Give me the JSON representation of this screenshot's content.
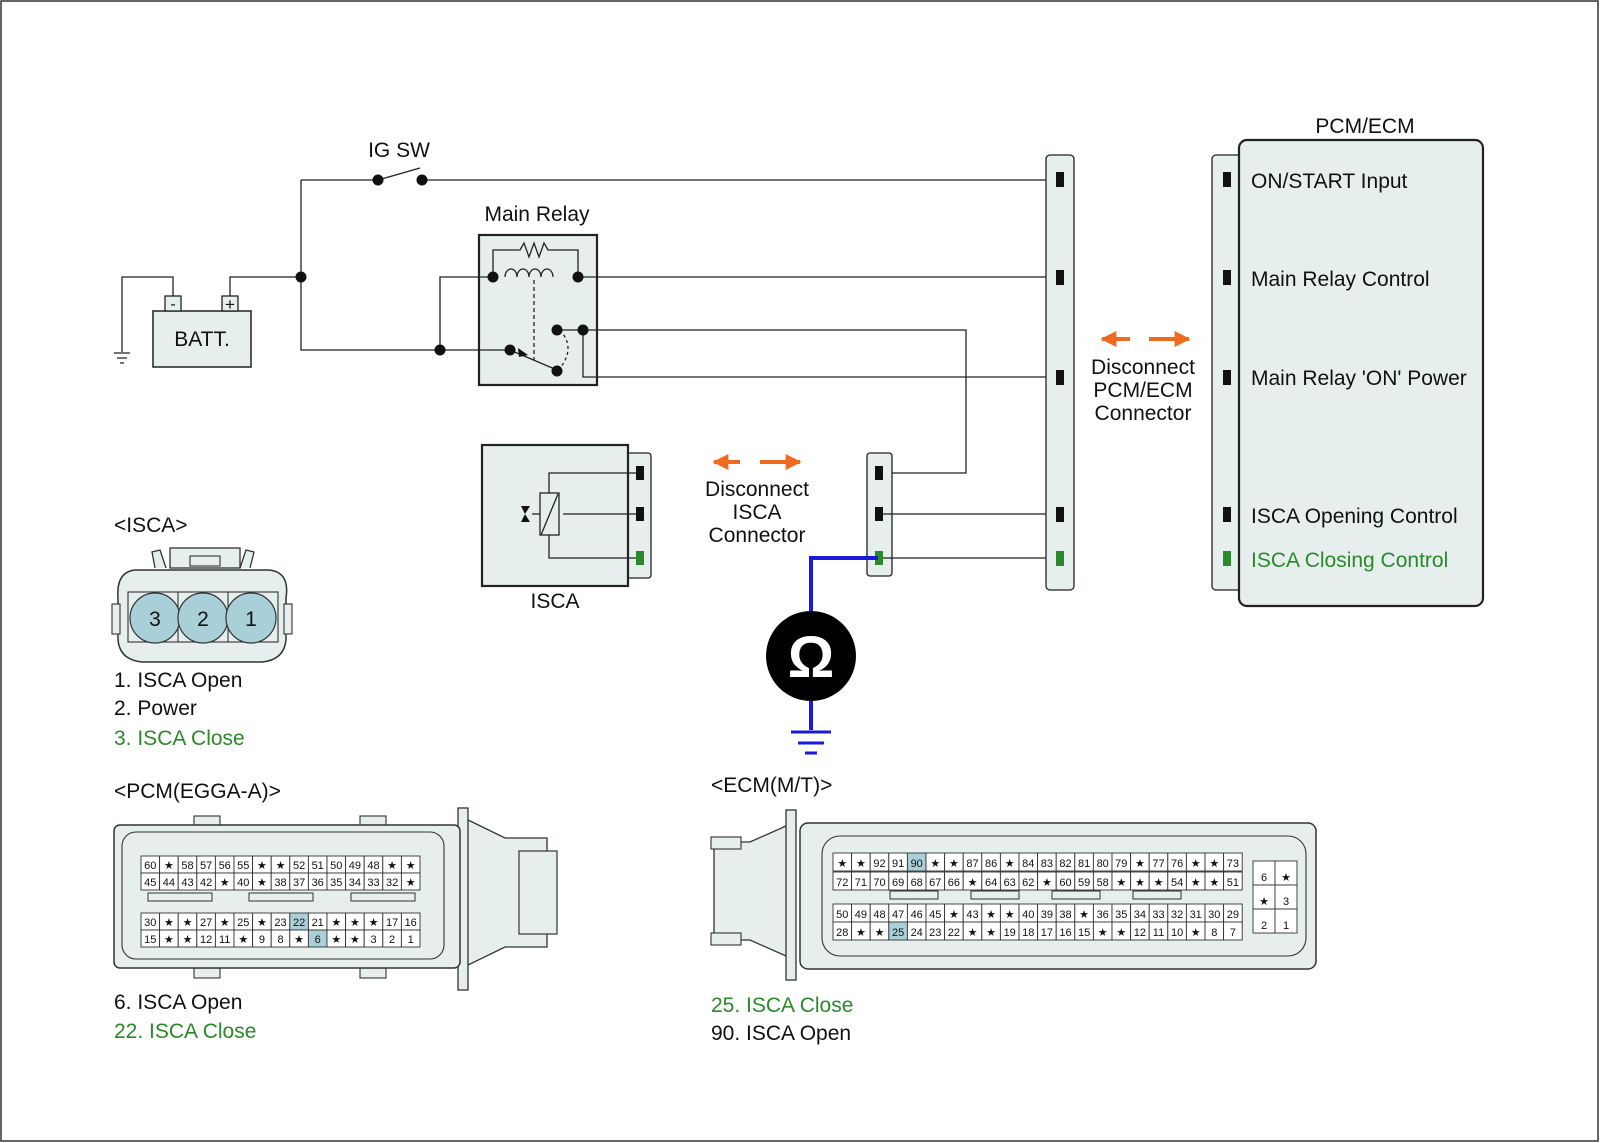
{
  "labels": {
    "ig_sw": "IG SW",
    "main_relay": "Main Relay",
    "batt": "BATT.",
    "batt_minus": "-",
    "batt_plus": "+",
    "isca_component": "ISCA",
    "disconnect_isca": [
      "Disconnect",
      "ISCA",
      "Connector"
    ],
    "disconnect_pcm": [
      "Disconnect",
      "PCM/ECM",
      "Connector"
    ],
    "ohm_symbol": "Ω"
  },
  "pcm_ecm": {
    "title": "PCM/ECM",
    "pins": [
      {
        "label": "ON/START Input",
        "highlight": false
      },
      {
        "label": "Main Relay Control",
        "highlight": false
      },
      {
        "label": "Main Relay 'ON' Power",
        "highlight": false
      },
      {
        "label": "ISCA Opening Control",
        "highlight": false
      },
      {
        "label": "ISCA Closing Control",
        "highlight": true
      }
    ]
  },
  "isca_connector": {
    "title": "<ISCA>",
    "pins": [
      "3",
      "2",
      "1"
    ],
    "legend": [
      {
        "text": "1. ISCA Open",
        "highlight": false
      },
      {
        "text": "2. Power",
        "highlight": false
      },
      {
        "text": "3. ISCA Close",
        "highlight": true
      }
    ]
  },
  "pcm_connector": {
    "title": "<PCM(EGGA-A)>",
    "rows": [
      [
        "60",
        "★",
        "58",
        "57",
        "56",
        "55",
        "★",
        "★",
        "52",
        "51",
        "50",
        "49",
        "48",
        "★",
        "★"
      ],
      [
        "45",
        "44",
        "43",
        "42",
        "★",
        "40",
        "★",
        "38",
        "37",
        "36",
        "35",
        "34",
        "33",
        "32",
        "★"
      ],
      [
        "30",
        "★",
        "★",
        "27",
        "★",
        "25",
        "★",
        "23",
        "22",
        "21",
        "★",
        "★",
        "★",
        "17",
        "16"
      ],
      [
        "15",
        "★",
        "★",
        "12",
        "11",
        "★",
        "9",
        "8",
        "★",
        "6",
        "★",
        "★",
        "3",
        "2",
        "1"
      ]
    ],
    "highlight_pins": [
      "22",
      "6"
    ],
    "legend": [
      {
        "text": "6. ISCA Open",
        "highlight": false
      },
      {
        "text": "22. ISCA Close",
        "highlight": true
      }
    ]
  },
  "ecm_connector": {
    "title": "<ECM(M/T)>",
    "rows": [
      [
        "★",
        "★",
        "92",
        "91",
        "90",
        "★",
        "★",
        "87",
        "86",
        "★",
        "84",
        "83",
        "82",
        "81",
        "80",
        "79",
        "★",
        "77",
        "76",
        "★",
        "★",
        "73"
      ],
      [
        "72",
        "71",
        "70",
        "69",
        "68",
        "67",
        "66",
        "★",
        "64",
        "63",
        "62",
        "★",
        "60",
        "59",
        "58",
        "★",
        "★",
        "★",
        "54",
        "★",
        "★",
        "51"
      ],
      [
        "50",
        "49",
        "48",
        "47",
        "46",
        "45",
        "★",
        "43",
        "★",
        "★",
        "40",
        "39",
        "38",
        "★",
        "36",
        "35",
        "34",
        "33",
        "32",
        "31",
        "30",
        "29"
      ],
      [
        "28",
        "★",
        "★",
        "25",
        "24",
        "23",
        "22",
        "★",
        "★",
        "19",
        "18",
        "17",
        "16",
        "15",
        "★",
        "★",
        "12",
        "11",
        "10",
        "★",
        "8",
        "7"
      ]
    ],
    "side_block": [
      [
        "6",
        "★"
      ],
      [
        "★",
        "3"
      ],
      [
        "2",
        "1"
      ]
    ],
    "highlight_pins": [
      "90",
      "25"
    ],
    "legend": [
      {
        "text": "25. ISCA Close",
        "highlight": true
      },
      {
        "text": "90. ISCA Open",
        "highlight": false
      }
    ]
  },
  "colors": {
    "highlight_text": "#2a8a2a",
    "meter_lead": "#1a1adc",
    "arrow": "#ef6a1e",
    "panel_fill": "#e6eeee",
    "pin_highlight": "#a9cfd8"
  }
}
